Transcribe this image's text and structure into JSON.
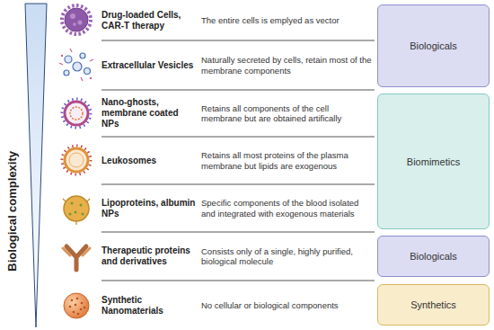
{
  "diagram": {
    "nodes": [
      {
        "text": [
          "Biologicals"
        ]
      },
      {
        "text": [
          "Biomimetics"
        ]
      },
      {
        "text": [
          "Biologicals"
        ]
      },
      {
        "text": [
          "Synthetics"
        ]
      }
    ],
    "labels": [
      "Biological complexity",
      "Drug-loaded Cells, CAR-T therapy",
      "The entire cells is emplyed as vector",
      "Extracellular Vesicles",
      "Naturally secreted by cells, retain most of the membrane components",
      "Nano-ghosts, membrane coated NPs",
      "Retains all components of the cell membrane but are obtained artifically",
      "Leukosomes",
      "Retains all most proteins of the plasma membrane but lipids are exogenous",
      "Lipoproteins, albumin NPs",
      "Specific components of the blood isolated and integrated with exogenous materials",
      "Therapeutic proteins and derivatives",
      "Consists only of a single, highly purified, biological molecule",
      "Synthetic Nanomaterials",
      "No cellular or biological components"
    ]
  }
}
